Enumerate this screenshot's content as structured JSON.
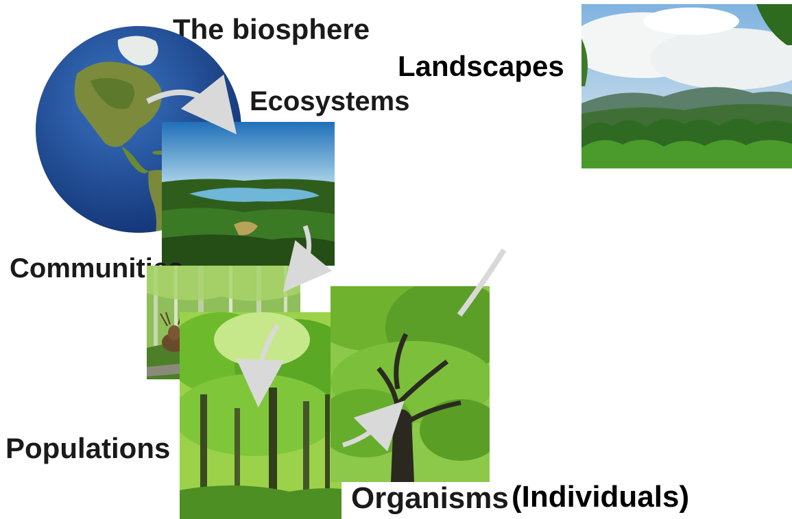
{
  "labels": {
    "biosphere": "The biosphere",
    "landscapes": "Landscapes",
    "ecosystems": "Ecosystems",
    "communities": "Communities",
    "populations": "Populations",
    "organisms": "Organisms",
    "individuals": "(Individuals)"
  },
  "colors": {
    "text": "#1a1a1a",
    "arrow": "#d9d9d9",
    "ocean": "#1f4f9c",
    "forest_dark": "#2f5e1c",
    "forest_light": "#7cc23a",
    "sky": "#3f87c8"
  }
}
